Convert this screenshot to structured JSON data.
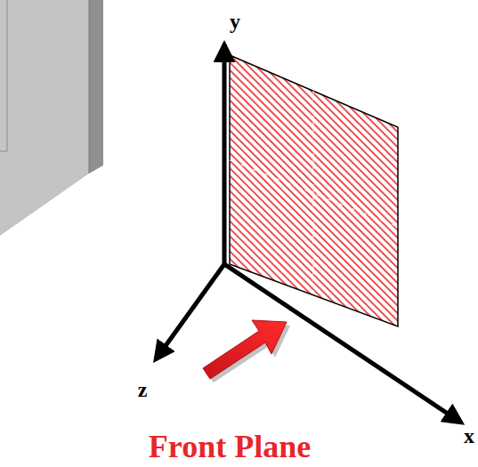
{
  "diagram": {
    "labels": [
      "y",
      "x",
      "z",
      "Front Plane"
    ]
  }
}
